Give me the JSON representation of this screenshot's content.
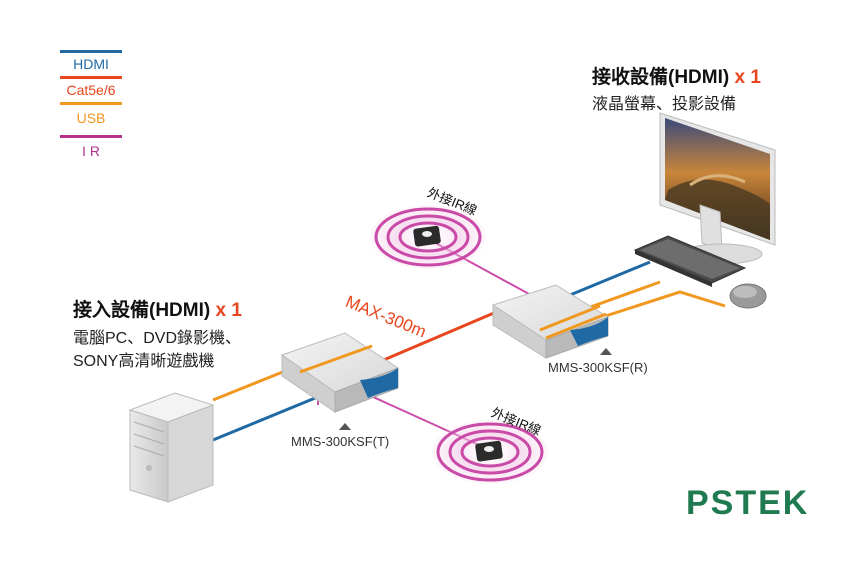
{
  "legend": [
    {
      "label": "HDMI",
      "color": "#1f6aa5"
    },
    {
      "label": "Cat5e/6",
      "color": "#e8461e"
    },
    {
      "label": "USB",
      "color": "#f0981f"
    },
    {
      "label": "I R",
      "color": "#b5338a"
    }
  ],
  "receiver": {
    "title": "接收設備(HDMI)",
    "qty": "x 1",
    "subtitle": "液晶螢幕、投影設備"
  },
  "source": {
    "title": "接入設備(HDMI)",
    "qty": "x 1",
    "line1": "電腦PC、DVD錄影機、",
    "line2": "SONY高清晰遊戲機"
  },
  "distance_label": "MAX-300m",
  "ir_label_top": "外接IR線",
  "ir_label_bottom": "外接IR線",
  "model_tx": "MMS-300KSF(T)",
  "model_rx": "MMS-300KSF(R)",
  "brand": "PSTEK",
  "colors": {
    "hdmi": "#1f6aa5",
    "cat": "#e8461e",
    "usb": "#f0981f",
    "ir": "#b5338a",
    "ir_rings": "#cc4aa8",
    "brand": "#1f7a4f"
  }
}
